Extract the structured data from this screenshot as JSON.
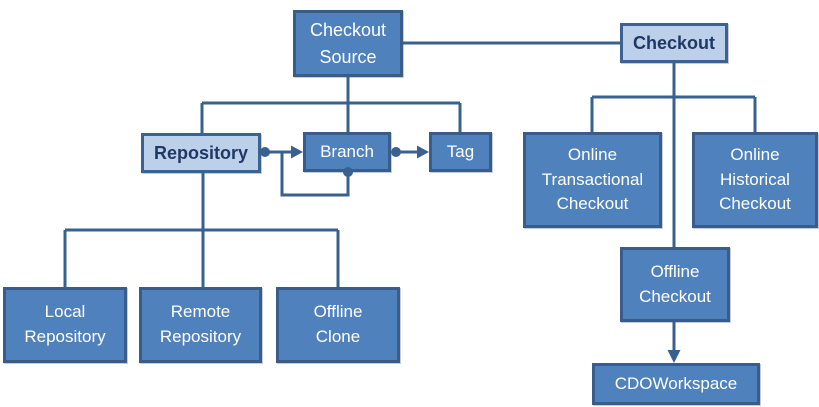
{
  "diagram": {
    "nodes": {
      "checkout_source": {
        "label": "Checkout\nSource",
        "style": "dark"
      },
      "checkout": {
        "label": "Checkout",
        "style": "light"
      },
      "repository": {
        "label": "Repository",
        "style": "light"
      },
      "branch": {
        "label": "Branch",
        "style": "dark"
      },
      "tag": {
        "label": "Tag",
        "style": "dark"
      },
      "online_transactional": {
        "label": "Online\nTransactional\nCheckout",
        "style": "dark"
      },
      "online_historical": {
        "label": "Online\nHistorical\nCheckout",
        "style": "dark"
      },
      "offline_checkout": {
        "label": "Offline\nCheckout",
        "style": "dark"
      },
      "cdoworkspace": {
        "label": "CDOWorkspace",
        "style": "dark"
      },
      "local_repository": {
        "label": "Local\nRepository",
        "style": "dark"
      },
      "remote_repository": {
        "label": "Remote\nRepository",
        "style": "dark"
      },
      "offline_clone": {
        "label": "Offline\nClone",
        "style": "dark"
      }
    },
    "edges": [
      {
        "from": "checkout_source",
        "to": "checkout",
        "type": "line"
      },
      {
        "from": "checkout_source",
        "to": "repository",
        "type": "tree-branch"
      },
      {
        "from": "checkout_source",
        "to": "branch",
        "type": "tree-branch"
      },
      {
        "from": "checkout_source",
        "to": "tag",
        "type": "tree-branch"
      },
      {
        "from": "repository",
        "to": "branch",
        "type": "dot-arrow"
      },
      {
        "from": "branch",
        "to": "branch",
        "type": "dot-self-loop"
      },
      {
        "from": "branch",
        "to": "tag",
        "type": "dot-arrow"
      },
      {
        "from": "repository",
        "to": "local_repository",
        "type": "tree-branch"
      },
      {
        "from": "repository",
        "to": "remote_repository",
        "type": "tree-branch"
      },
      {
        "from": "repository",
        "to": "offline_clone",
        "type": "tree-branch"
      },
      {
        "from": "checkout",
        "to": "online_transactional",
        "type": "tree-branch"
      },
      {
        "from": "checkout",
        "to": "online_historical",
        "type": "tree-branch"
      },
      {
        "from": "checkout",
        "to": "offline_checkout",
        "type": "tree-branch"
      },
      {
        "from": "offline_checkout",
        "to": "cdoworkspace",
        "type": "arrow"
      }
    ],
    "colors": {
      "dark_fill": "#4f81bd",
      "dark_border": "#385d8a",
      "light_fill": "#bdd0e9",
      "light_border": "#3a6394",
      "dark_text": "#1f3864",
      "light_text": "#ffffff",
      "connector": "#38618f",
      "background": "#ffffff"
    }
  }
}
